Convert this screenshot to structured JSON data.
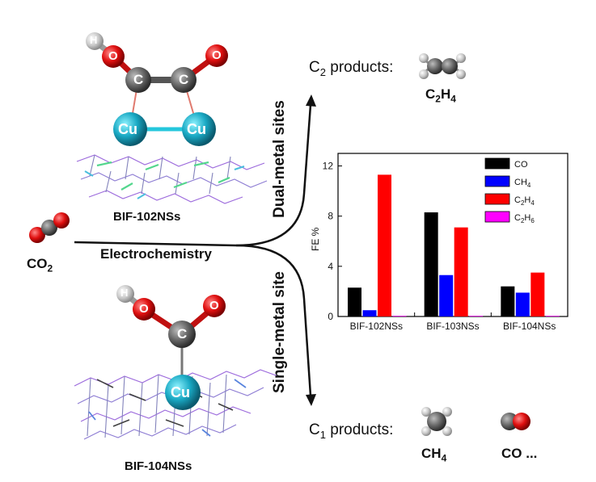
{
  "atoms": {
    "H": "H",
    "O": "O",
    "C": "C",
    "Cu": "Cu"
  },
  "scheme": {
    "top_catalyst": "BIF-102NSs",
    "bottom_catalyst": "BIF-104NSs",
    "process": "Electrochemistry",
    "dual_sites": "Dual-metal sites",
    "single_site": "Single-metal site",
    "c2_prefix": "C",
    "c2_sub": "2",
    "c1_prefix": "C",
    "c1_sub": "1",
    "products_suffix": " products:"
  },
  "formulas": {
    "co2": {
      "base": "CO",
      "sub": "2"
    },
    "c2h4": {
      "a": "C",
      "b": "2",
      "c": "H",
      "d": "4"
    },
    "ch4": {
      "base": "CH",
      "sub": "4"
    },
    "co_etc": "CO ..."
  },
  "chart_data": {
    "type": "bar",
    "ylabel": "FE %",
    "ylim": [
      0,
      13
    ],
    "yticks": [
      0,
      4,
      8,
      12
    ],
    "categories": [
      "BIF-102NSs",
      "BIF-103NSs",
      "BIF-104NSs"
    ],
    "series": [
      {
        "name": "CO",
        "label_base": "CO",
        "label_sub": "",
        "color": "#000000",
        "values": [
          2.3,
          8.3,
          2.4
        ]
      },
      {
        "name": "CH4",
        "label_base": "CH",
        "label_sub": "4",
        "color": "#0000ff",
        "values": [
          0.5,
          3.3,
          1.9
        ]
      },
      {
        "name": "C2H4",
        "label_base": "C",
        "label_sub": "2",
        "label_base2": "H",
        "label_sub2": "4",
        "color": "#ff0000",
        "values": [
          11.3,
          7.1,
          3.5
        ]
      },
      {
        "name": "C2H6",
        "label_base": "C",
        "label_sub": "2",
        "label_base2": "H",
        "label_sub2": "6",
        "color": "#ff00ff",
        "values": [
          0.05,
          0.05,
          0.05
        ]
      }
    ],
    "legend_position": "top-right",
    "grid": false
  }
}
